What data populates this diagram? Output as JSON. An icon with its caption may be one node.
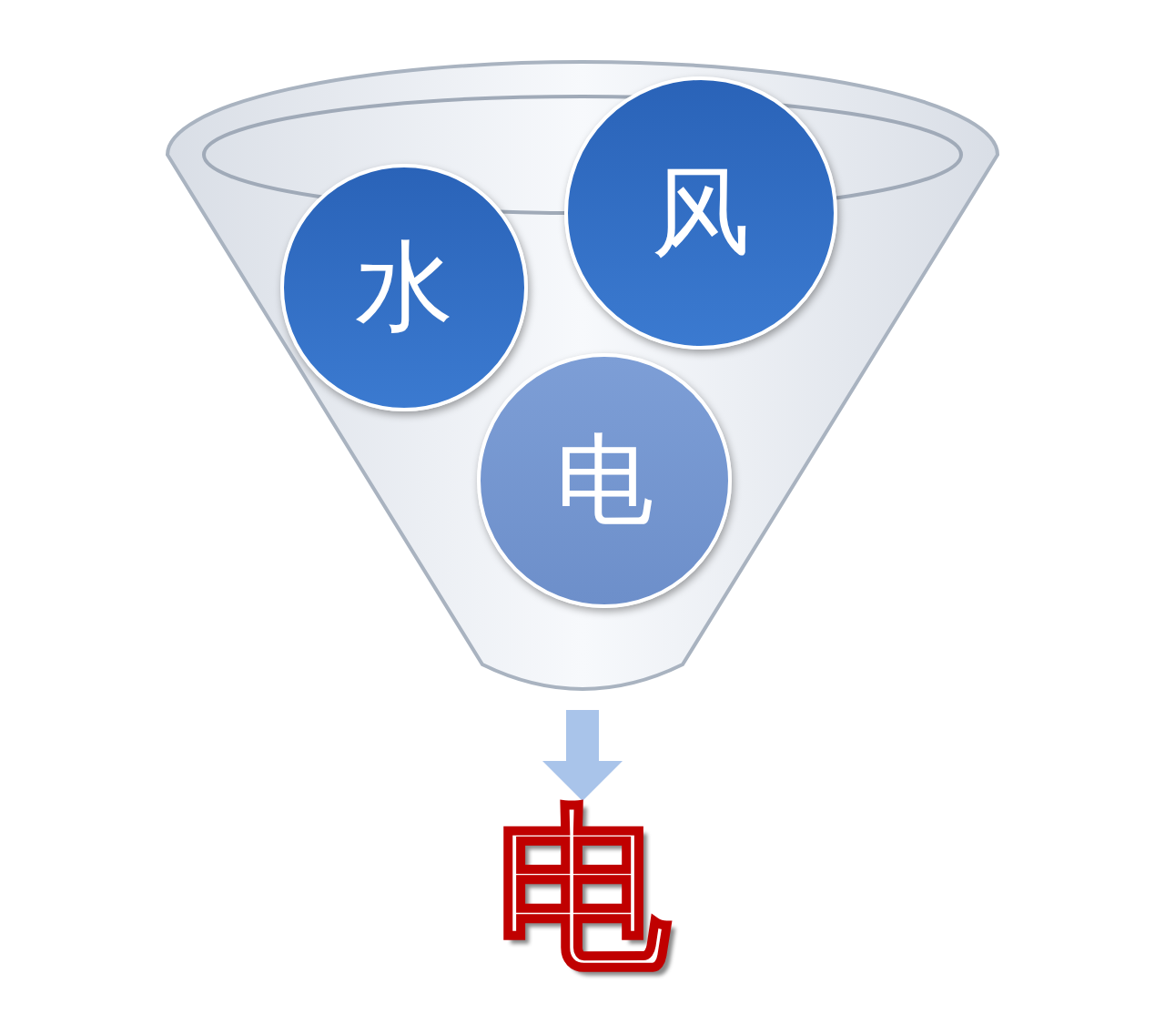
{
  "diagram": {
    "nodes": [
      {
        "text": [],
        "shape": "funnel"
      },
      {
        "text": [
          "水"
        ],
        "in": 0
      },
      {
        "text": [
          "风"
        ],
        "in": 0
      },
      {
        "text": [
          "电"
        ],
        "in": 0
      },
      {
        "text": [
          "电"
        ]
      }
    ],
    "edges": [
      {
        "from": 0,
        "to": 4,
        "arrow": "to"
      }
    ]
  }
}
